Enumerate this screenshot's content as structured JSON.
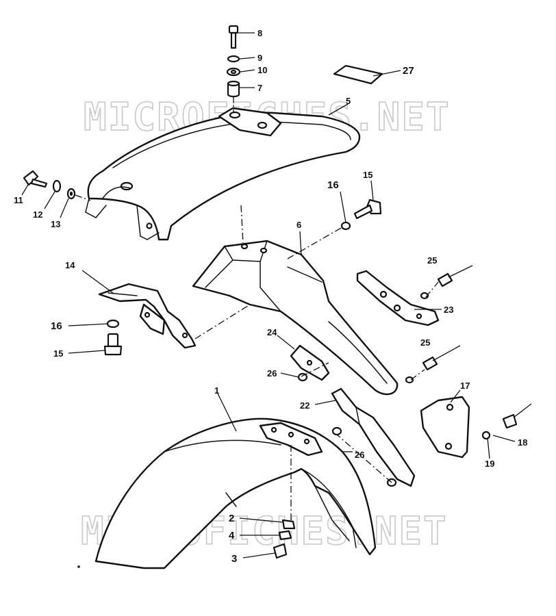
{
  "watermark": {
    "text": "MICROFICHES.NET"
  },
  "callouts": {
    "c1": "1",
    "c2": "2",
    "c3": "3",
    "c4": "4",
    "c5": "5",
    "c6": "6",
    "c7": "7",
    "c8": "8",
    "c9": "9",
    "c10": "10",
    "c11": "11",
    "c12": "12",
    "c13": "13",
    "c14": "14",
    "c15a": "15",
    "c15b": "15",
    "c16a": "16",
    "c16b": "16",
    "c17": "17",
    "c18": "18",
    "c19": "19",
    "c22": "22",
    "c23": "23",
    "c24": "24",
    "c25a": "25",
    "c25b": "25",
    "c26a": "26",
    "c26b": "26",
    "c27": "27"
  }
}
